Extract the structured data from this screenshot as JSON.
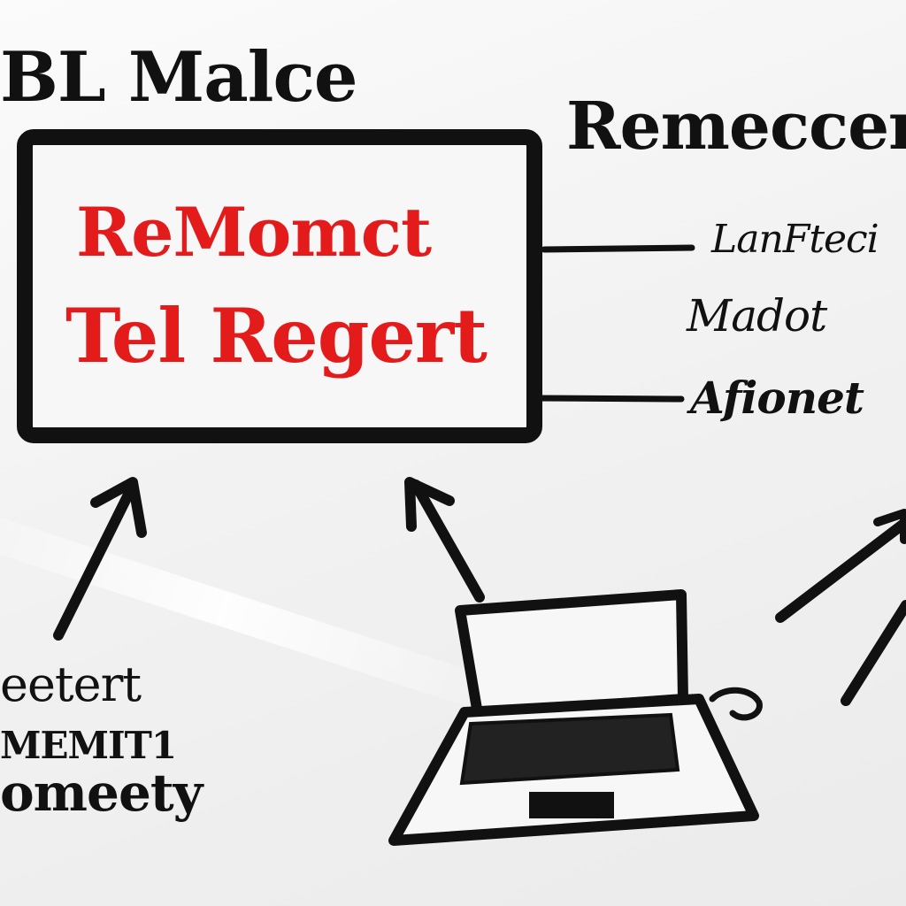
{
  "header": {
    "left_title": "BL Malce",
    "right_title": "Remeccer"
  },
  "main_box": {
    "line_1": "ReMomct",
    "line_2": "Tel Regert"
  },
  "side_labels": {
    "label_1": "LanFteci",
    "label_2": "Madot",
    "label_3": "Afionet"
  },
  "bottom_note": {
    "line_1": "eetert",
    "line_2": "MEMIT1",
    "line_3": "omeety"
  },
  "colors": {
    "ink": "#111111",
    "accent_red": "#e41b1b",
    "paper": "#f3f3f3"
  }
}
